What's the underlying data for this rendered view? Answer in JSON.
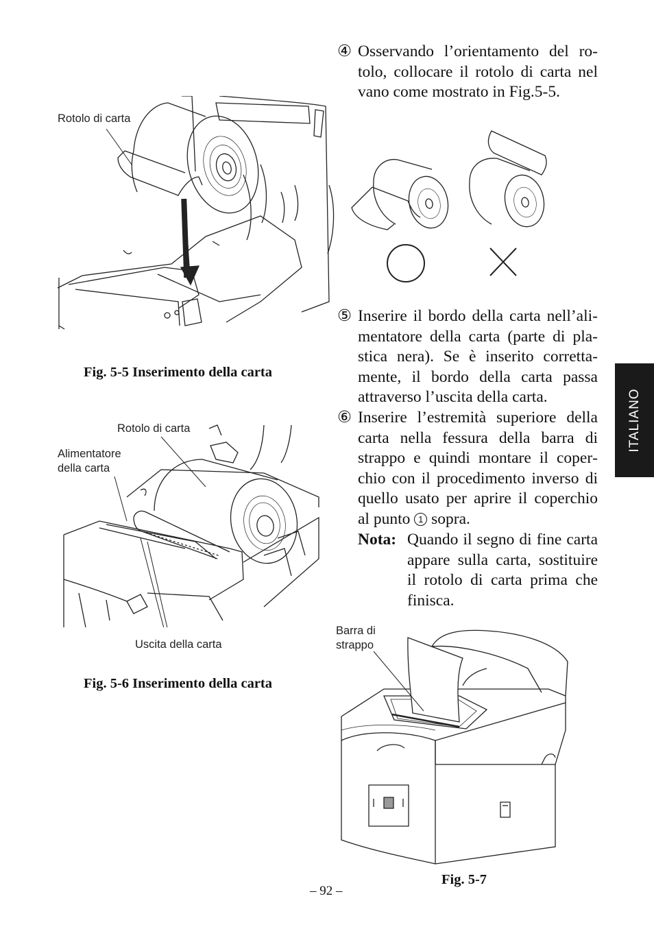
{
  "fig55": {
    "label_roll": "Rotolo di carta",
    "caption": "Fig. 5-5 Inserimento della carta"
  },
  "fig56": {
    "label_roll": "Rotolo di carta",
    "label_feeder_l1": "Alimentatore",
    "label_feeder_l2": "della carta",
    "label_exit": "Uscita della carta",
    "caption": "Fig. 5-6 Inserimento della carta"
  },
  "fig57": {
    "label_bar_l1": "Barra di",
    "label_bar_l2": "strappo",
    "caption": "Fig. 5-7"
  },
  "steps": [
    {
      "num": "④",
      "text": "Osservando l’orientamento del ro­tolo, collocare il rotolo di carta nel vano come mostrato in Fig.5-5."
    },
    {
      "num": "⑤",
      "text": "Inserire il bordo della carta nell’ali­mentatore della carta (parte di pla­stica nera). Se è inserito corretta­mente, il bordo della carta passa attraverso l’uscita della carta."
    },
    {
      "num": "⑥",
      "text_before": "Inserire l’estremità superiore della carta nella fessura della barra di strappo e quindi montare il coper­chio con il procedimento inverso di quello usato per aprire il coperchio al punto",
      "ref": "1",
      "text_after": "sopra."
    }
  ],
  "note": {
    "label": "Nota:",
    "text": "Quando il segno di fine carta appare sulla carta, sostituire il rotolo di carta prima che finisca."
  },
  "side_tab": "ITALIANO",
  "page_number": "– 92 –"
}
